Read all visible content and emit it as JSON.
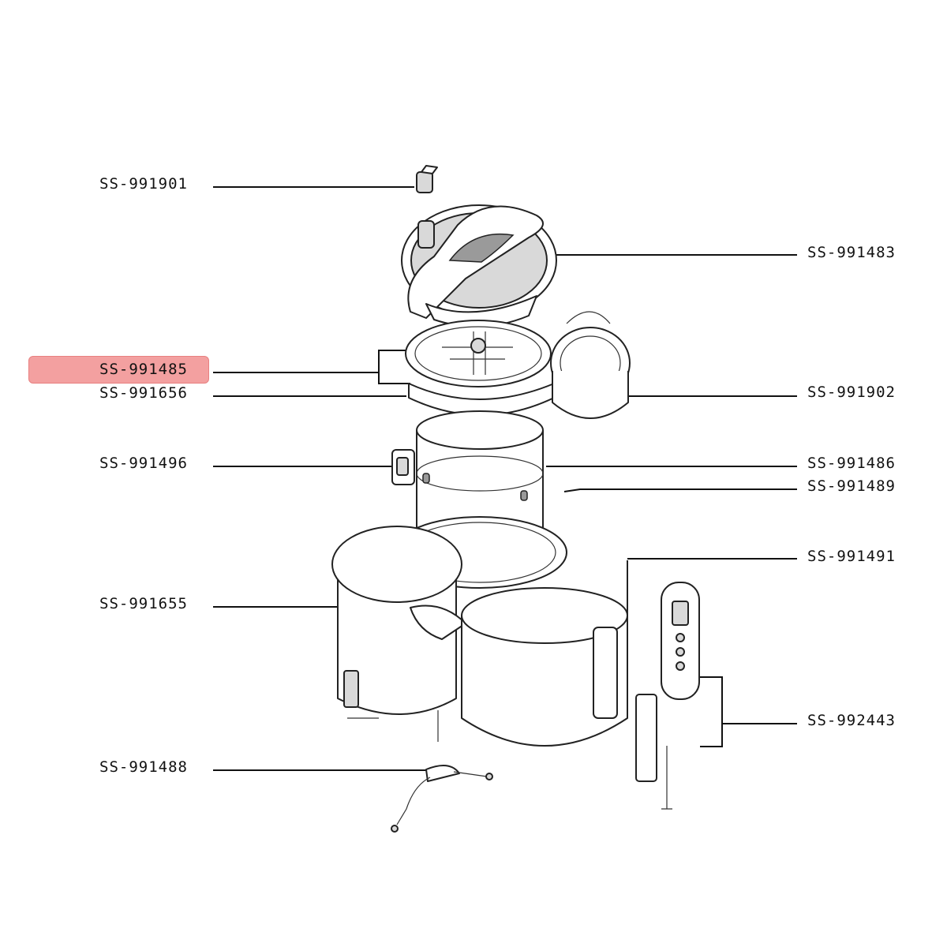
{
  "diagram": {
    "highlight_color": "#f3a0a0",
    "highlighted_part": "SS-991485",
    "labels": {
      "ss991901": "SS-991901",
      "ss991483": "SS-991483",
      "ss991485": "SS-991485",
      "ss991656": "SS-991656",
      "ss991902": "SS-991902",
      "ss991496": "SS-991496",
      "ss991486": "SS-991486",
      "ss991489": "SS-991489",
      "ss991491": "SS-991491",
      "ss991655": "SS-991655",
      "ss992443": "SS-992443",
      "ss991488": "SS-991488"
    }
  }
}
